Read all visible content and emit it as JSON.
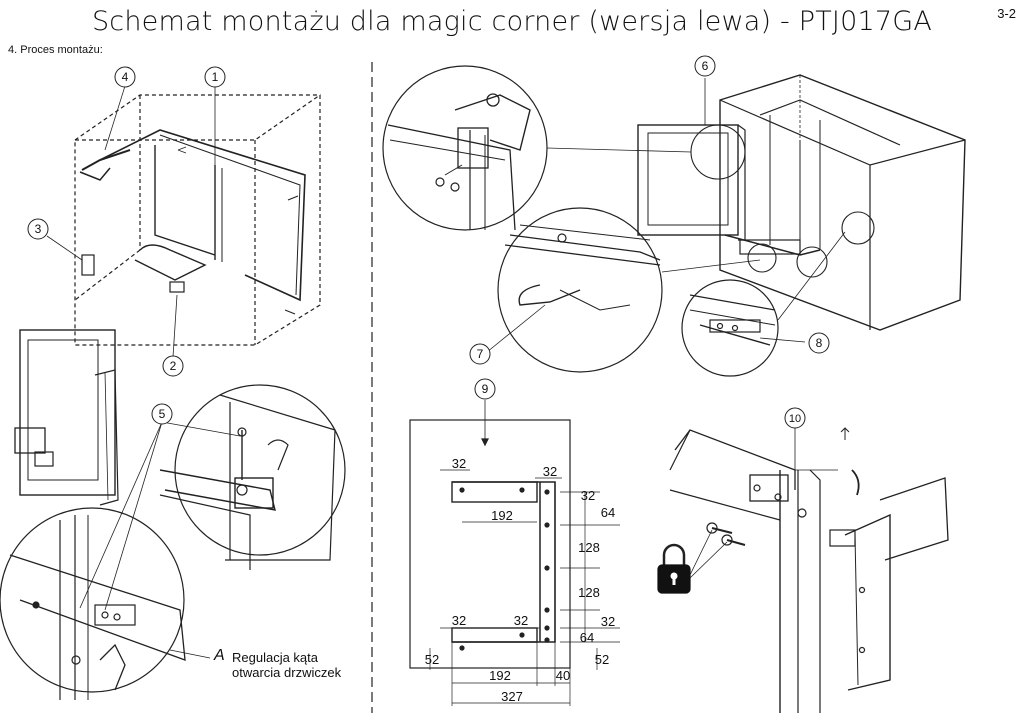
{
  "title": "Schemat montażu dla magic corner (wersja lewa) - PTJ017GA",
  "page_number": "3-2",
  "section_heading": "4. Proces montażu:",
  "callouts": [
    "1",
    "2",
    "3",
    "4",
    "5",
    "6",
    "7",
    "8",
    "9",
    "10"
  ],
  "note": {
    "mark": "A",
    "line1": "Regulacja kąta",
    "line2": "otwarcia drzwiczek"
  },
  "dimensions": {
    "top_left_32": "32",
    "top_right_32": "32",
    "right_32_a": "32",
    "right_64_a": "64",
    "width_192_top": "192",
    "right_128_a": "128",
    "right_128_b": "128",
    "right_32_b": "32",
    "bottom_left_32": "32",
    "bottom_right_32": "32",
    "right_64_b": "64",
    "left_52": "52",
    "right_52": "52",
    "width_192_bottom": "192",
    "offset_40": "40",
    "total_327": "327"
  }
}
